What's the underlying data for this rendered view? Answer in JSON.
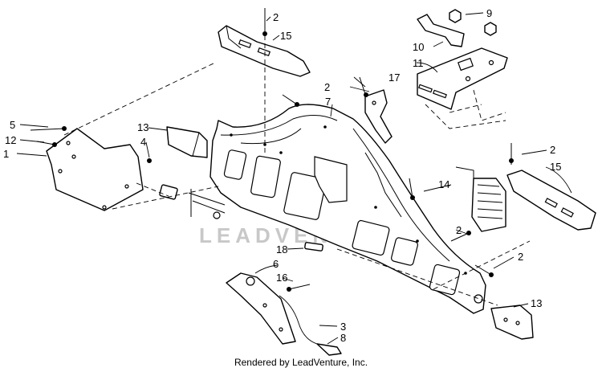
{
  "watermark": "LEADVENTURE",
  "footer": "Rendered by LeadVenture, Inc.",
  "callouts": [
    "1",
    "2",
    "2",
    "2",
    "2",
    "2",
    "2",
    "3",
    "4",
    "5",
    "6",
    "7",
    "8",
    "9",
    "10",
    "11",
    "12",
    "13",
    "13",
    "14",
    "15",
    "15",
    "16",
    "17",
    "18"
  ]
}
